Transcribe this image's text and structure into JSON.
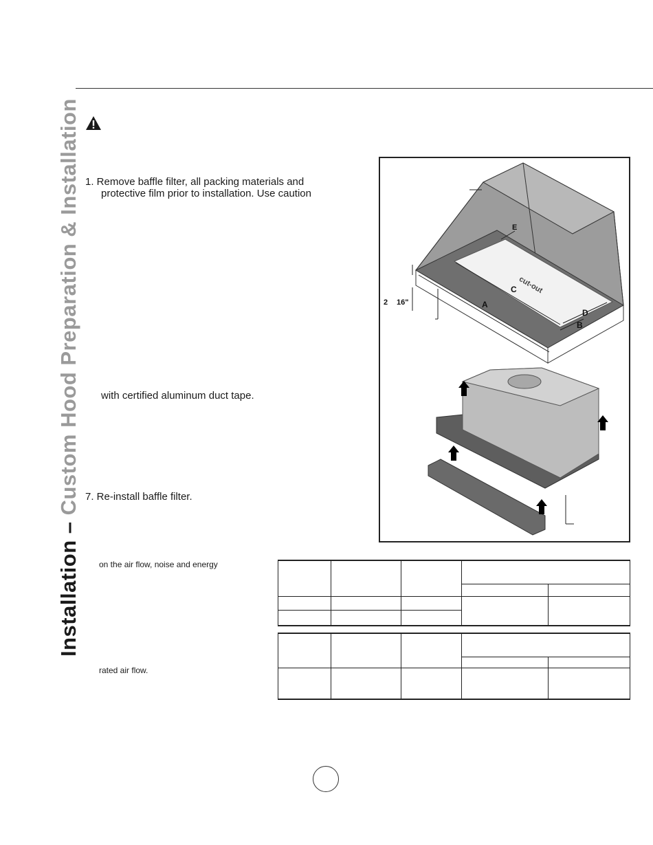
{
  "side_title": {
    "part1": "Installation – ",
    "part2": "Custom Hood Preparation & Installation"
  },
  "icons": {
    "warning": "warning-triangle-icon"
  },
  "steps": {
    "step1_line1": "1.  Remove baffle filter, all packing materials and",
    "step1_line2": "protective film prior to installation. Use caution",
    "tape_line": "with certified aluminum duct tape.",
    "step7": "7.  Re-install baffle filter."
  },
  "notes": {
    "airflow_line": "on the air flow, noise and energy",
    "rated_line": "rated air flow."
  },
  "figure": {
    "dim_prefix": "2",
    "dim_value": "16\"",
    "label_a": "A",
    "label_b": "B",
    "label_c": "C",
    "label_d": "D",
    "label_e": "E",
    "cutout": "cut-out"
  }
}
